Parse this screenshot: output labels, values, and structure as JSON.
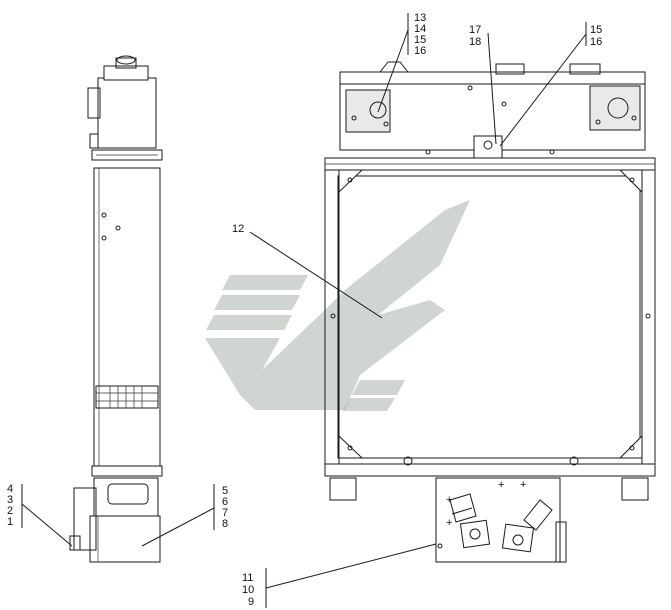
{
  "callouts": {
    "group_13_16": [
      "13",
      "14",
      "15",
      "16"
    ],
    "group_17_18": [
      "17",
      "18"
    ],
    "group_15_16": [
      "15",
      "16"
    ],
    "label_12": "12",
    "group_4_1": [
      "4",
      "3",
      "2",
      "1"
    ],
    "group_5_8": [
      "5",
      "6",
      "7",
      "8"
    ],
    "group_11_9": [
      "11",
      "10",
      "9"
    ]
  },
  "watermark": "brand-chevron-logo",
  "colors": {
    "line": "#1a1a1a",
    "watermark": "#a9b3ad"
  }
}
